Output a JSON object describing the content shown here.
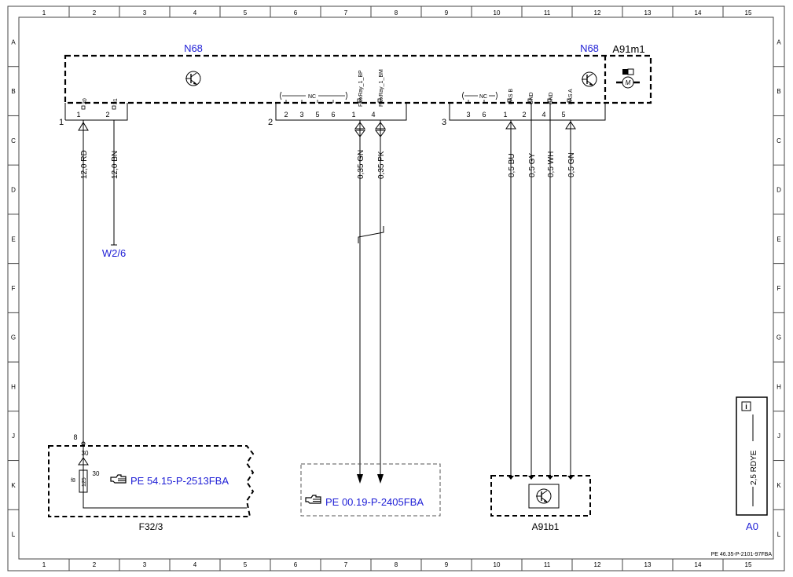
{
  "grid": {
    "columns": [
      "1",
      "2",
      "3",
      "4",
      "5",
      "6",
      "7",
      "8",
      "9",
      "10",
      "11",
      "12",
      "13",
      "14",
      "15"
    ],
    "rows": [
      "A",
      "B",
      "C",
      "D",
      "E",
      "F",
      "G",
      "H",
      "J",
      "K",
      "L"
    ]
  },
  "module": {
    "name_left": "N68",
    "name_right": "N68",
    "motor_label": "A91m1"
  },
  "connectors": {
    "c1": {
      "number": "1",
      "pins": [
        "1",
        "2"
      ],
      "terminals": [
        "30",
        "31"
      ]
    },
    "c2": {
      "number": "2",
      "pins": [
        "2",
        "3",
        "5",
        "6",
        "1",
        "4"
      ],
      "nc": "NC",
      "terminals": [
        "FlexRay_1_BP",
        "FlexRay_1_BM"
      ]
    },
    "c3": {
      "number": "3",
      "pins": [
        "3",
        "6",
        "1",
        "2",
        "4",
        "5"
      ],
      "nc": "NC",
      "terminals": [
        "PAS B",
        "GND",
        "GND",
        "PAS A"
      ]
    }
  },
  "wires": {
    "w1": "12,0 RD",
    "w2": "12,0 BN",
    "w3": "0,35 GN",
    "w4": "0,35 PK",
    "w5": "0,5 BU",
    "w6": "0,5 GY",
    "w7": "0,5 WH",
    "w8": "0,5 GN"
  },
  "ground": {
    "label": "W2/6"
  },
  "fuse_box": {
    "pin": "8",
    "term_top": "30",
    "term_side": "30",
    "fuse_number": "f8",
    "fuse_rating": "125",
    "reference": "PE 54.15-P-2513FBA",
    "label": "F32/3"
  },
  "flexray_ref": {
    "reference": "PE 00.19-P-2405FBA"
  },
  "sensor": {
    "label": "A91b1"
  },
  "info_box": {
    "icon": "i",
    "wire": "2,5 RDYE",
    "label": "A0"
  },
  "footer": {
    "doc_id": "PE 46.35-P-2101-97FBA"
  },
  "colors": {
    "blue_label": "#1f1fd6",
    "line": "#000000",
    "frame": "#555555",
    "dash_gray": "#666666"
  }
}
